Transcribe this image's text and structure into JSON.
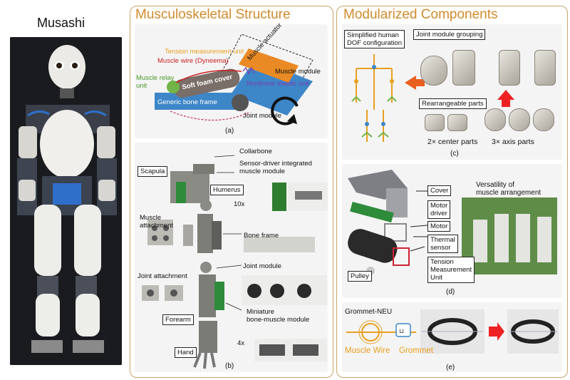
{
  "robot_title": "Musashi",
  "panels": {
    "musculoskeletal": {
      "title": "Musculoskeletal Structure"
    },
    "modularized": {
      "title": "Modularized Components"
    }
  },
  "diagram_a": {
    "caption": "(a)",
    "labels": {
      "tension_unit": "Tension measurement unit",
      "muscle_wire": "Muscle wire (Dyneema)",
      "muscle_relay": "Muscle relay\nunit",
      "soft_foam": "Soft foam cover",
      "muscle_actuator": "Muscle actuator",
      "muscle_module": "Muscle module",
      "nonlinear": "Nonlinear elastic unit",
      "bone_frame": "Generic bone frame",
      "joint_module": "Joint module"
    },
    "colors": {
      "bone": "#3d86c8",
      "actuator": "#e98a24",
      "relay": "#72b447",
      "foam": "#7a6e68",
      "wire_label": "#cc1f1f",
      "tension_label": "#e8a020",
      "nonlinear_label": "#7a3fb0"
    }
  },
  "diagram_b": {
    "caption": "(b)",
    "labels": {
      "collarbone": "Collarbone",
      "scapula": "Scapula",
      "sensor_driver": "Sensor-driver integrated\nmuscle module",
      "humerus": "Humerus",
      "ten_x": "10x",
      "muscle_attachment": "Muscle\nattachment",
      "bone_frame": "Bone frame",
      "joint_attachment": "Joint attachment",
      "joint_module": "Joint module",
      "forearm": "Forearm",
      "miniature": "Miniature\nbone-muscle module",
      "hand": "Hand",
      "four_x": "4x"
    }
  },
  "diagram_c": {
    "caption": "(c)",
    "labels": {
      "simplified": "Simplified human\nDOF configuration",
      "grouping": "Joint module grouping",
      "rearrangeable": "Rearrangeable parts",
      "center_parts": "2× center parts",
      "axis_parts": "3× axis parts"
    }
  },
  "diagram_d": {
    "caption": "(d)",
    "labels": {
      "cover": "Cover",
      "motor_driver": "Motor\ndriver",
      "motor": "Motor",
      "thermal": "Thermal\nsensor",
      "tension": "Tension\nMeasurement\nUnit",
      "pulley": "Pulley",
      "versatility": "Versatility of\nmuscle arrangement"
    }
  },
  "diagram_e": {
    "caption": "(e)",
    "labels": {
      "grommet_neu": "Grommet-NEU",
      "muscle_wire": "Muscle Wire",
      "grommet": "Grommet"
    }
  }
}
